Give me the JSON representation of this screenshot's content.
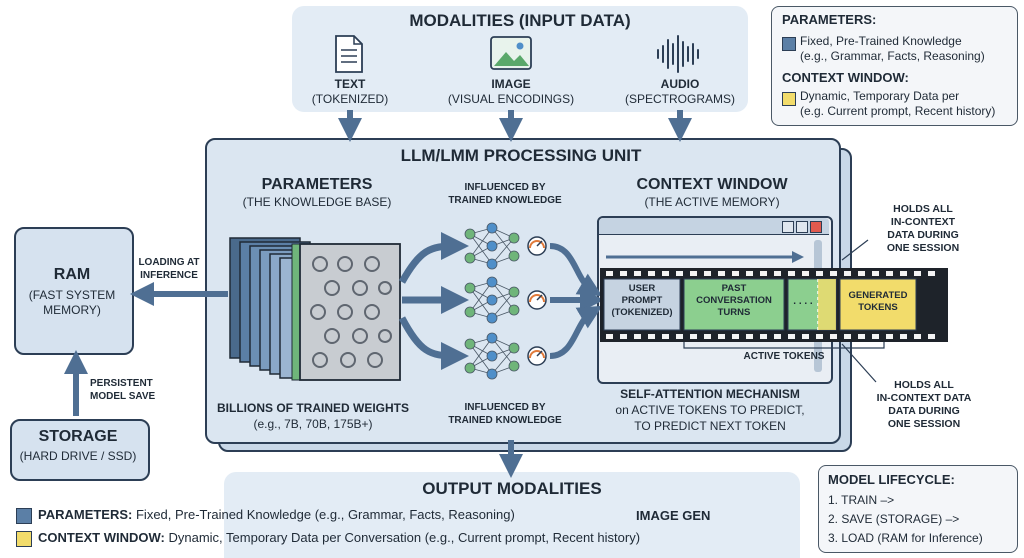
{
  "modalities": {
    "title": "MODALITIES (INPUT DATA)",
    "items": [
      {
        "name": "TEXT",
        "sub": "(TOKENIZED)",
        "icon": "document-icon"
      },
      {
        "name": "IMAGE",
        "sub": "(VISUAL ENCODINGS)",
        "icon": "image-icon"
      },
      {
        "name": "AUDIO",
        "sub": "(SPECTROGRAMS)",
        "icon": "waveform-icon"
      }
    ]
  },
  "legend_top": {
    "param_title": "PARAMETERS:",
    "param_line1": "Fixed, Pre-Trained Knowledge",
    "param_line2": "(e.g., Grammar, Facts, Reasoning)",
    "ctx_title": "CONTEXT WINDOW:",
    "ctx_line1": "Dynamic, Temporary Data per",
    "ctx_line2": "(e.g. Current prompt, Recent history)"
  },
  "processing": {
    "title": "LLM/LMM PROCESSING UNIT",
    "params_title": "PARAMETERS",
    "params_sub": "(THE KNOWLEDGE BASE)",
    "weights_title": "BILLIONS OF TRAINED WEIGHTS",
    "weights_sub": "(e.g., 7B, 70B, 175B+)",
    "influence_top_1": "INFLUENCED BY",
    "influence_top_2": "TRAINED KNOWLEDGE",
    "influence_bot_1": "INFLUENCED BY",
    "influence_bot_2": "TRAINED KNOWLEDGE",
    "ctx_title": "CONTEXT WINDOW",
    "ctx_sub": "(THE ACTIVE MEMORY)",
    "tokens": {
      "user_1": "USER",
      "user_2": "PROMPT",
      "user_3": "(TOKENIZED)",
      "past_1": "PAST",
      "past_2": "CONVERSATION",
      "past_3": "TURNS",
      "ellipsis": ". . . .",
      "gen_1": "GENERATED",
      "gen_2": "TOKENS",
      "active": "ACTIVE TOKENS"
    },
    "attn_title": "SELF-ATTENTION MECHANISM",
    "attn_line1": "on ACTIVE TOKENS TO PREDICT,",
    "attn_line2": "TO PREDICT NEXT TOKEN"
  },
  "callout_top": [
    "HOLDS ALL",
    "IN-CONTEXT",
    "DATA DURING",
    "ONE SESSION"
  ],
  "callout_bottom": [
    "HOLDS ALL",
    "IN-CONTEXT DATA",
    "DATA DURING",
    "ONE SESSION"
  ],
  "ram": {
    "title": "RAM",
    "line1": "(FAST SYSTEM",
    "line2": "MEMORY)"
  },
  "loading": {
    "line1": "LOADING AT",
    "line2": "INFERENCE"
  },
  "persistent": {
    "line1": "PERSISTENT",
    "line2": "MODEL SAVE"
  },
  "storage": {
    "title": "STORAGE",
    "sub": "(HARD DRIVE / SSD)"
  },
  "output": {
    "title": "OUTPUT MODALITIES",
    "param_label": "PARAMETERS:",
    "param_text": " Fixed, Pre-Trained Knowledge (e.g., Grammar, Facts, Reasoning)",
    "image_gen": "IMAGE GEN",
    "ctx_label": "CONTEXT WINDOW:",
    "ctx_text": " Dynamic, Temporary Data per Conversation (e.g., Current prompt, Recent history)"
  },
  "lifecycle": {
    "title": "MODEL LIFECYCLE:",
    "steps": [
      "1. TRAIN –>",
      "2. SAVE (STORAGE) –>",
      "3. LOAD (RAM for Inference)"
    ]
  },
  "colors": {
    "parameters": "#5b7fa6",
    "context": "#f2dc6b",
    "past": "#8ccf8f",
    "panel": "#dbe6f1",
    "arrow": "#4f6f93"
  }
}
